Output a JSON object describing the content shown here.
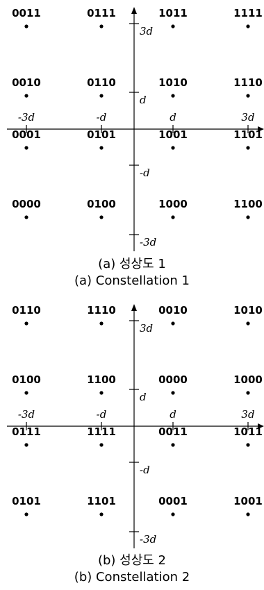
{
  "panels": [
    {
      "caption_ko": "(a) 성상도 1",
      "caption_en": "(a) Constellation 1",
      "points": [
        {
          "label": "0011",
          "x": -3,
          "y": 3
        },
        {
          "label": "0111",
          "x": -1,
          "y": 3
        },
        {
          "label": "1011",
          "x": 1,
          "y": 3
        },
        {
          "label": "1111",
          "x": 3,
          "y": 3
        },
        {
          "label": "0010",
          "x": -3,
          "y": 1
        },
        {
          "label": "0110",
          "x": -1,
          "y": 1
        },
        {
          "label": "1010",
          "x": 1,
          "y": 1
        },
        {
          "label": "1110",
          "x": 3,
          "y": 1
        },
        {
          "label": "0001",
          "x": -3,
          "y": -1
        },
        {
          "label": "0101",
          "x": -1,
          "y": -1
        },
        {
          "label": "1001",
          "x": 1,
          "y": -1
        },
        {
          "label": "1101",
          "x": 3,
          "y": -1
        },
        {
          "label": "0000",
          "x": -3,
          "y": -3
        },
        {
          "label": "0100",
          "x": -1,
          "y": -3
        },
        {
          "label": "1000",
          "x": 1,
          "y": -3
        },
        {
          "label": "1100",
          "x": 3,
          "y": -3
        }
      ]
    },
    {
      "caption_ko": "(b) 성상도 2",
      "caption_en": "(b) Constellation 2",
      "points": [
        {
          "label": "0110",
          "x": -3,
          "y": 3
        },
        {
          "label": "1110",
          "x": -1,
          "y": 3
        },
        {
          "label": "0010",
          "x": 1,
          "y": 3
        },
        {
          "label": "1010",
          "x": 3,
          "y": 3
        },
        {
          "label": "0100",
          "x": -3,
          "y": 1
        },
        {
          "label": "1100",
          "x": -1,
          "y": 1
        },
        {
          "label": "0000",
          "x": 1,
          "y": 1
        },
        {
          "label": "1000",
          "x": 3,
          "y": 1
        },
        {
          "label": "0111",
          "x": -3,
          "y": -1
        },
        {
          "label": "1111",
          "x": -1,
          "y": -1
        },
        {
          "label": "0011",
          "x": 1,
          "y": -1
        },
        {
          "label": "1011",
          "x": 3,
          "y": -1
        },
        {
          "label": "0101",
          "x": -3,
          "y": -3
        },
        {
          "label": "1101",
          "x": -1,
          "y": -3
        },
        {
          "label": "0001",
          "x": 1,
          "y": -3
        },
        {
          "label": "1001",
          "x": 3,
          "y": -3
        }
      ]
    }
  ],
  "x_ticks": [
    {
      "value": -3,
      "text": "-3d"
    },
    {
      "value": -1,
      "text": "-d"
    },
    {
      "value": 1,
      "text": "d"
    },
    {
      "value": 3,
      "text": "3d"
    }
  ],
  "y_ticks": [
    {
      "value": 3,
      "text": "3d"
    },
    {
      "value": 1,
      "text": "d"
    },
    {
      "value": -1,
      "text": "-d"
    },
    {
      "value": -3,
      "text": "-3d"
    }
  ]
}
